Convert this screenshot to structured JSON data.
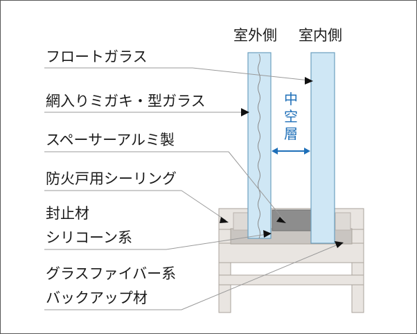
{
  "header": {
    "outdoor_side": "室外側",
    "indoor_side": "室内側"
  },
  "air_layer": {
    "line1": "中",
    "line2": "空",
    "line3": "層"
  },
  "labels": {
    "float_glass": "フロートガラス",
    "wired_glass": "網入りミガキ・型ガラス",
    "spacer": "スペーサーアルミ製",
    "fire_sealing": "防火戸用シーリング",
    "sealant_line1": "封止材",
    "sealant_line2": "シリコーン系",
    "backup_line1": "グラスファイバー系",
    "backup_line2": "バックアップ材"
  },
  "colors": {
    "glass_fill": "#cfe7f5",
    "glass_edge": "#6c9fbf",
    "frame_fill": "#e9e5e1",
    "frame_edge": "#a9a29b",
    "spacer_fill": "#8d8d8d",
    "sealant_fill": "#c9c5c1",
    "accent_blue": "#1e6fb8",
    "leader_line": "#999999"
  }
}
